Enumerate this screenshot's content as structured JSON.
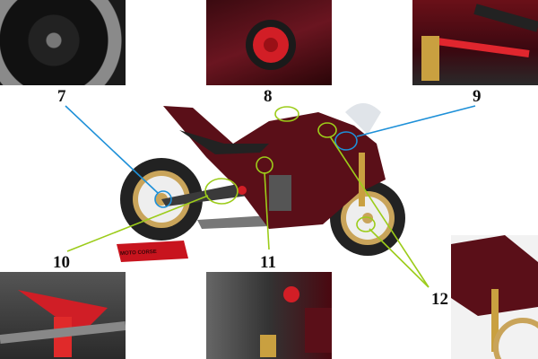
{
  "callouts": [
    {
      "number": "7",
      "color": "#1e90d8"
    },
    {
      "number": "8",
      "color": "#9ccc1a"
    },
    {
      "number": "9",
      "color": "#1e90d8"
    },
    {
      "number": "10",
      "color": "#9ccc1a"
    },
    {
      "number": "11",
      "color": "#9ccc1a"
    },
    {
      "number": "12",
      "color": "#9ccc1a"
    }
  ],
  "stand_brand": "MOTO CORSE",
  "colors": {
    "bike_red": "#5a0f18",
    "accent_red": "#c8141e",
    "gold": "#c9a45a"
  }
}
